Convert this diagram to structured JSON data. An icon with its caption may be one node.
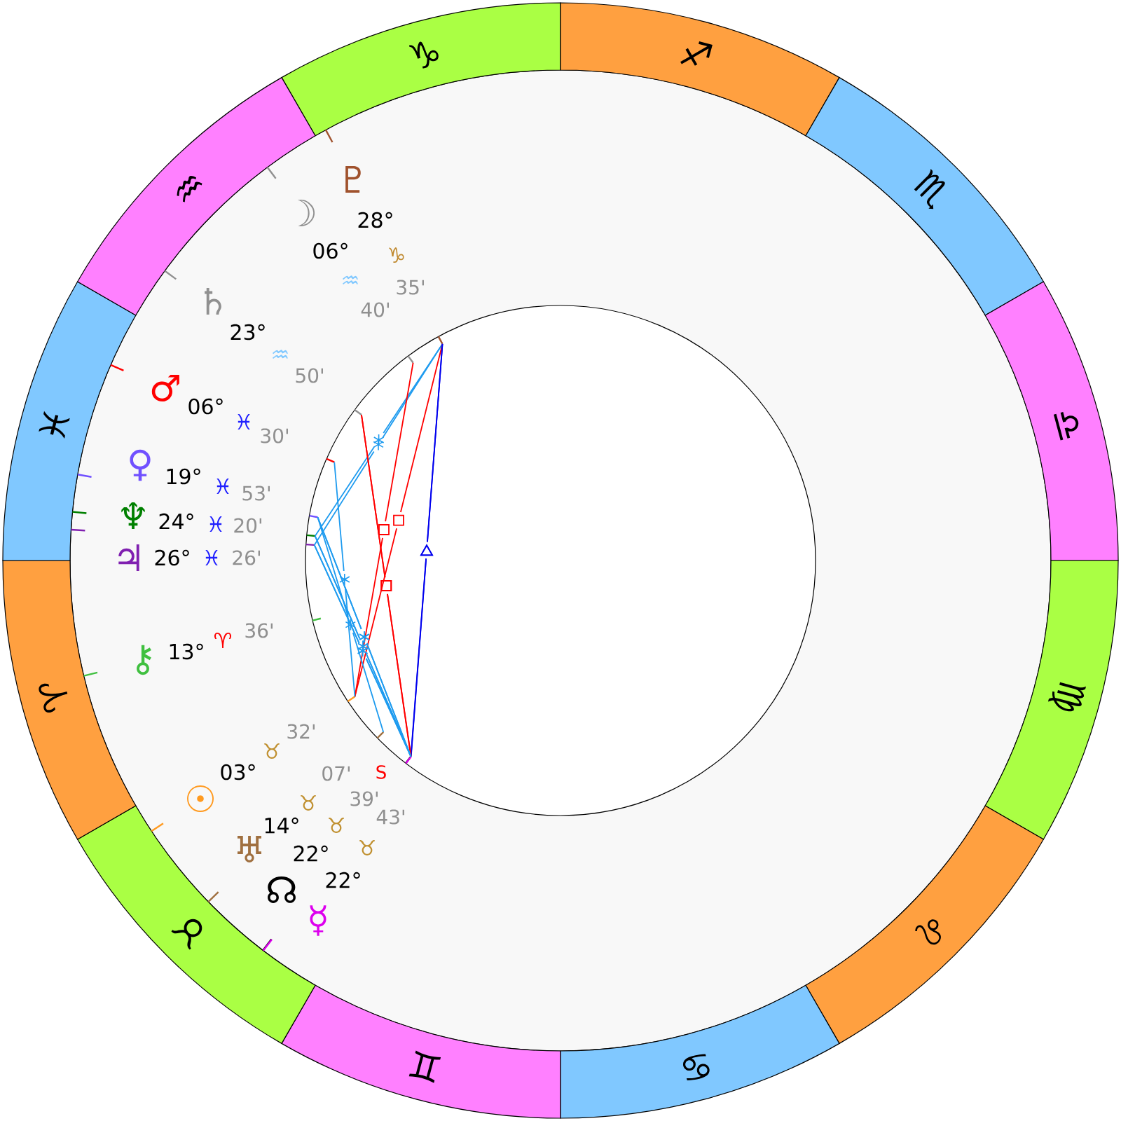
{
  "diagram": {
    "nodes": [
      {
        "text": [
          "♑"
        ]
      },
      {
        "text": [
          "♐"
        ]
      },
      {
        "text": [
          "♏"
        ]
      },
      {
        "text": [
          "♎"
        ]
      },
      {
        "text": [
          "♍"
        ]
      },
      {
        "text": [
          "♌"
        ]
      },
      {
        "text": [
          "♋"
        ]
      },
      {
        "text": [
          "♊"
        ]
      },
      {
        "text": [
          "♉"
        ]
      },
      {
        "text": [
          "♈"
        ]
      },
      {
        "text": [
          "♓"
        ]
      },
      {
        "text": [
          "♒"
        ]
      }
    ],
    "labels": [
      "♇",
      "28°",
      "♑",
      "35'",
      "☽",
      "06°",
      "♒",
      "40'",
      "♄",
      "23°",
      "♒",
      "50'",
      "♂",
      "06°",
      "♓",
      "30'",
      "♀",
      "19°",
      "♓",
      "53'",
      "♆",
      "24°",
      "♓",
      "20'",
      "♃",
      "26°",
      "♓",
      "26'",
      "⚷",
      "13°",
      "♈",
      "36'",
      "☉",
      "03°",
      "♉",
      "32'",
      "♅",
      "14°",
      "♉",
      "07'",
      "☊",
      "22°",
      "♉",
      "39'",
      "☿",
      "22°",
      "♉",
      "43'",
      "S"
    ]
  }
}
